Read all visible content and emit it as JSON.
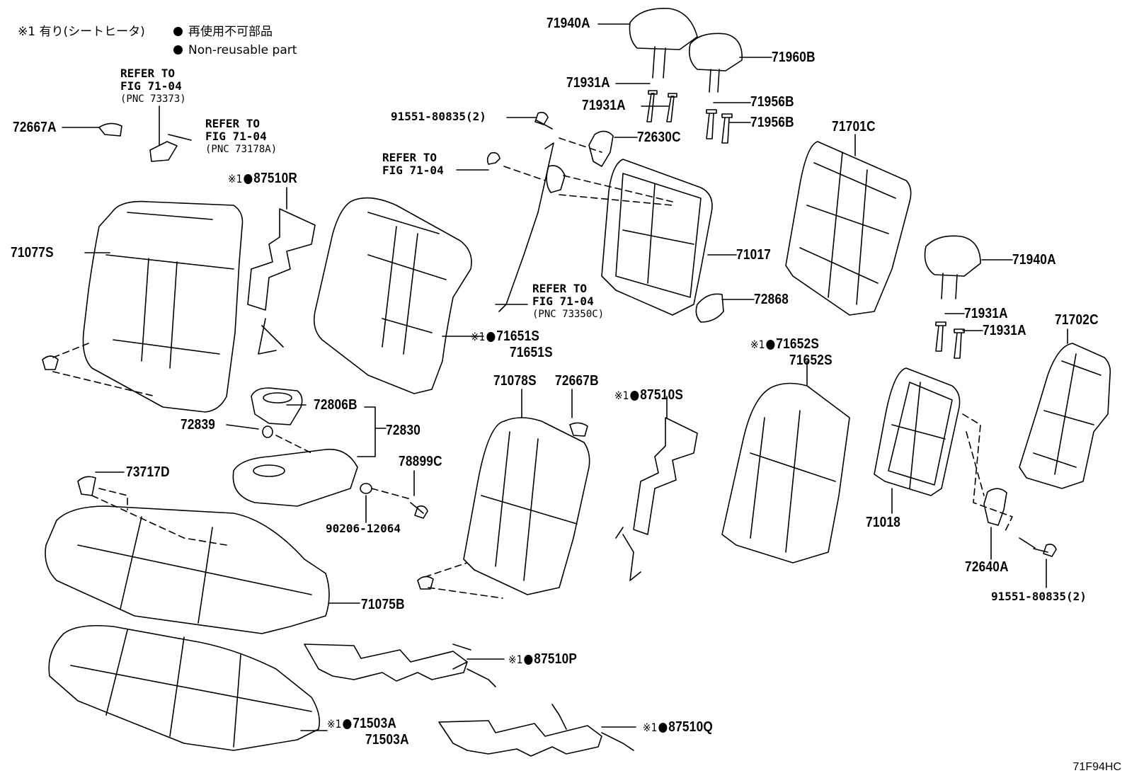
{
  "legend": {
    "mark_note": "※1 有り(シートヒータ)",
    "nonreusable_jp": "再使用不可部品",
    "nonreusable_en": "Non-reusable part"
  },
  "refer": {
    "a": [
      "REFER TO",
      "FIG 71-04",
      "(PNC 73373)"
    ],
    "b": [
      "REFER TO",
      "FIG 71-04",
      "(PNC 73178A)"
    ],
    "c": [
      "REFER TO",
      "FIG 71-04"
    ],
    "d": [
      "REFER TO",
      "FIG 71-04",
      "(PNC 73350C)"
    ]
  },
  "mark": "※1",
  "parts": {
    "p71940A_top": "71940A",
    "p71960B": "71960B",
    "p71931A_1": "71931A",
    "p71931A_2": "71931A",
    "p71956B_1": "71956B",
    "p71956B_2": "71956B",
    "p91551_top": "91551-80835(2)",
    "p72630C": "72630C",
    "p71701C": "71701C",
    "p72667A": "72667A",
    "p87510R": "87510R",
    "p71077S": "71077S",
    "p71017": "71017",
    "p72868": "72868",
    "p71940A_right": "71940A",
    "p71931A_3": "71931A",
    "p71931A_4": "71931A",
    "p71702C": "71702C",
    "p71651S_a": "71651S",
    "p71651S_b": "71651S",
    "p71652S_a": "71652S",
    "p71652S_b": "71652S",
    "p71078S": "71078S",
    "p72667B": "72667B",
    "p87510S": "87510S",
    "p72806B": "72806B",
    "p72839": "72839",
    "p72830": "72830",
    "p78899C": "78899C",
    "p73717D": "73717D",
    "p90206": "90206-12064",
    "p71018": "71018",
    "p72640A": "72640A",
    "p91551_bottom": "91551-80835(2)",
    "p71075B": "71075B",
    "p87510P": "87510P",
    "p71503A_a": "71503A",
    "p71503A_b": "71503A",
    "p87510Q": "87510Q"
  },
  "figure_code": "71F94HC"
}
